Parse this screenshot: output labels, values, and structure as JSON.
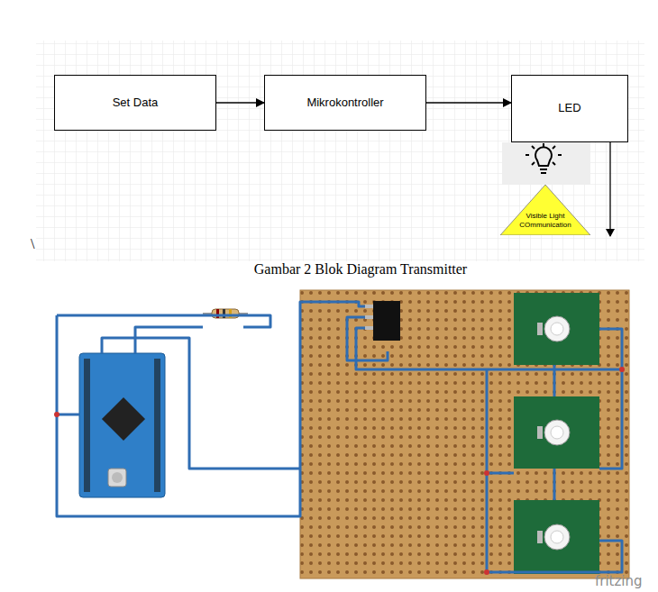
{
  "diagram": {
    "caption": "Gambar 2 Blok Diagram Transmitter",
    "nodes": [
      {
        "text": [
          "Set Data"
        ]
      },
      {
        "text": [
          "Mikrokontroller"
        ]
      },
      {
        "text": [
          "LED"
        ]
      },
      {
        "text": [
          "Visible Light COmmunication"
        ]
      }
    ],
    "edges": [
      {
        "from": 0,
        "to": 1,
        "arrow": "to"
      },
      {
        "from": 1,
        "to": 2,
        "arrow": "to"
      }
    ],
    "labels": [
      "\\",
      "fritzing"
    ]
  }
}
